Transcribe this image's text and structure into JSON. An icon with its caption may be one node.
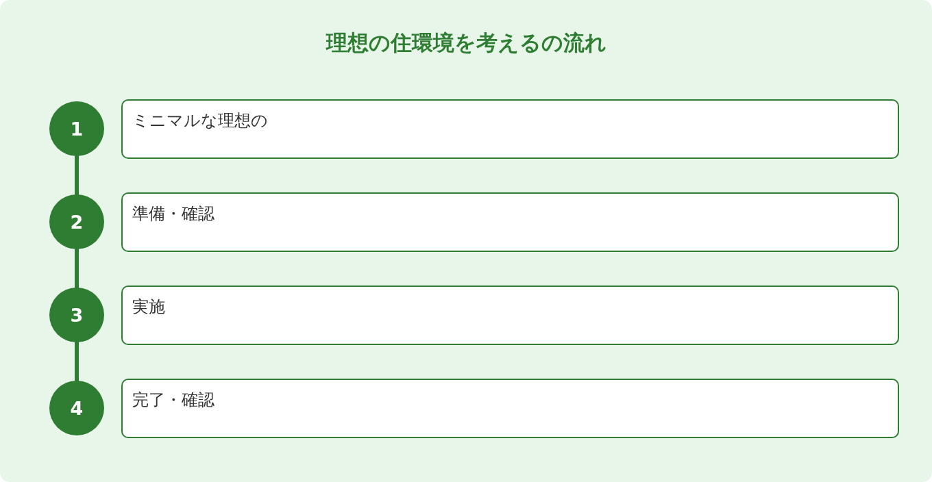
{
  "diagram": {
    "title": "理想の住環境を考えるの流れ",
    "nodes": [
      {
        "text": [
          "1"
        ]
      },
      {
        "text": [
          "ミニマルな理想の"
        ]
      },
      {
        "text": [
          "2"
        ]
      },
      {
        "text": [
          "準備・確認"
        ]
      },
      {
        "text": [
          "3"
        ]
      },
      {
        "text": [
          "実施"
        ]
      },
      {
        "text": [
          "4"
        ]
      },
      {
        "text": [
          "完了・確認"
        ]
      }
    ],
    "edges": [
      {
        "from": 0,
        "to": 2,
        "arrow": "none"
      },
      {
        "from": 2,
        "to": 4,
        "arrow": "none"
      },
      {
        "from": 4,
        "to": 6,
        "arrow": "none"
      }
    ]
  }
}
